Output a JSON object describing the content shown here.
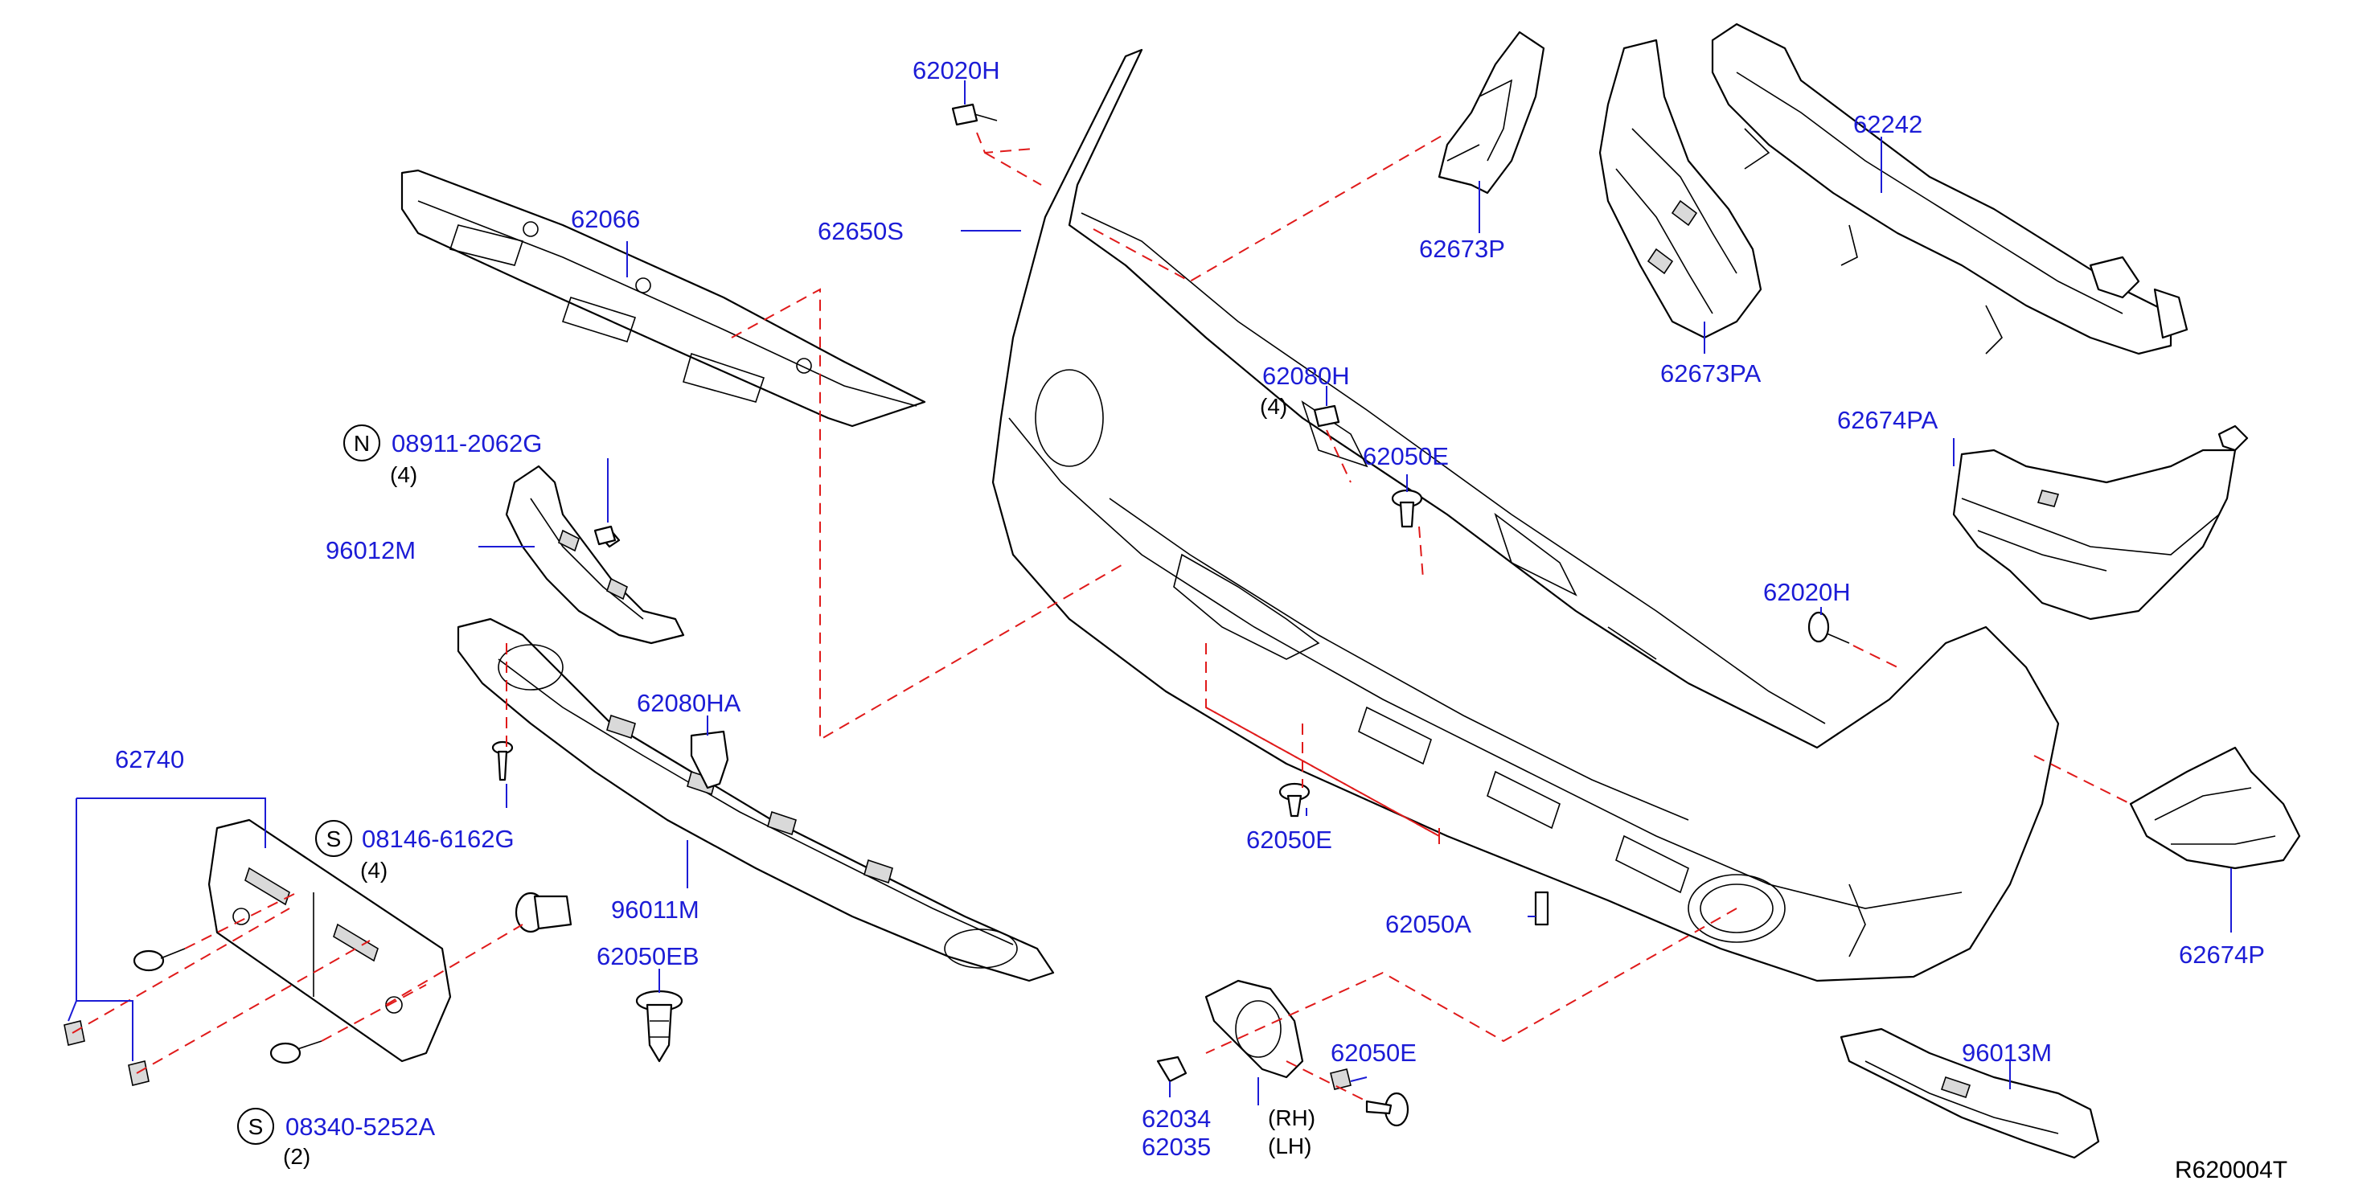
{
  "labels": {
    "p62020H_top": "62020H",
    "p62650S": "62650S",
    "p62066": "62066",
    "p62673P": "62673P",
    "p62673PA": "62673PA",
    "p62242": "62242",
    "p62080H": "62080H",
    "q62080H": "(4)",
    "p62050E_top": "62050E",
    "p62674PA": "62674PA",
    "p08911": "08911-2062G",
    "q08911": "(4)",
    "p96012M": "96012M",
    "p62080HA": "62080HA",
    "p62020H_right": "62020H",
    "p62740": "62740",
    "p08146": "08146-6162G",
    "q08146": "(4)",
    "p62050E_mid": "62050E",
    "p96011M": "96011M",
    "p62050EB": "62050EB",
    "p62050A": "62050A",
    "p62674P": "62674P",
    "p08340": "08340-5252A",
    "q08340": "(2)",
    "p62050E_bottom": "62050E",
    "p62034": "62034",
    "p62035": "62035",
    "rh": "(RH)",
    "lh": "(LH)",
    "p96013M": "96013M",
    "ref": "R620004T"
  },
  "badges": {
    "n": "N",
    "s1": "S",
    "s2": "S"
  },
  "colors": {
    "label": "#1c1cd6",
    "dash": "#e01a1a",
    "line": "#000000"
  }
}
